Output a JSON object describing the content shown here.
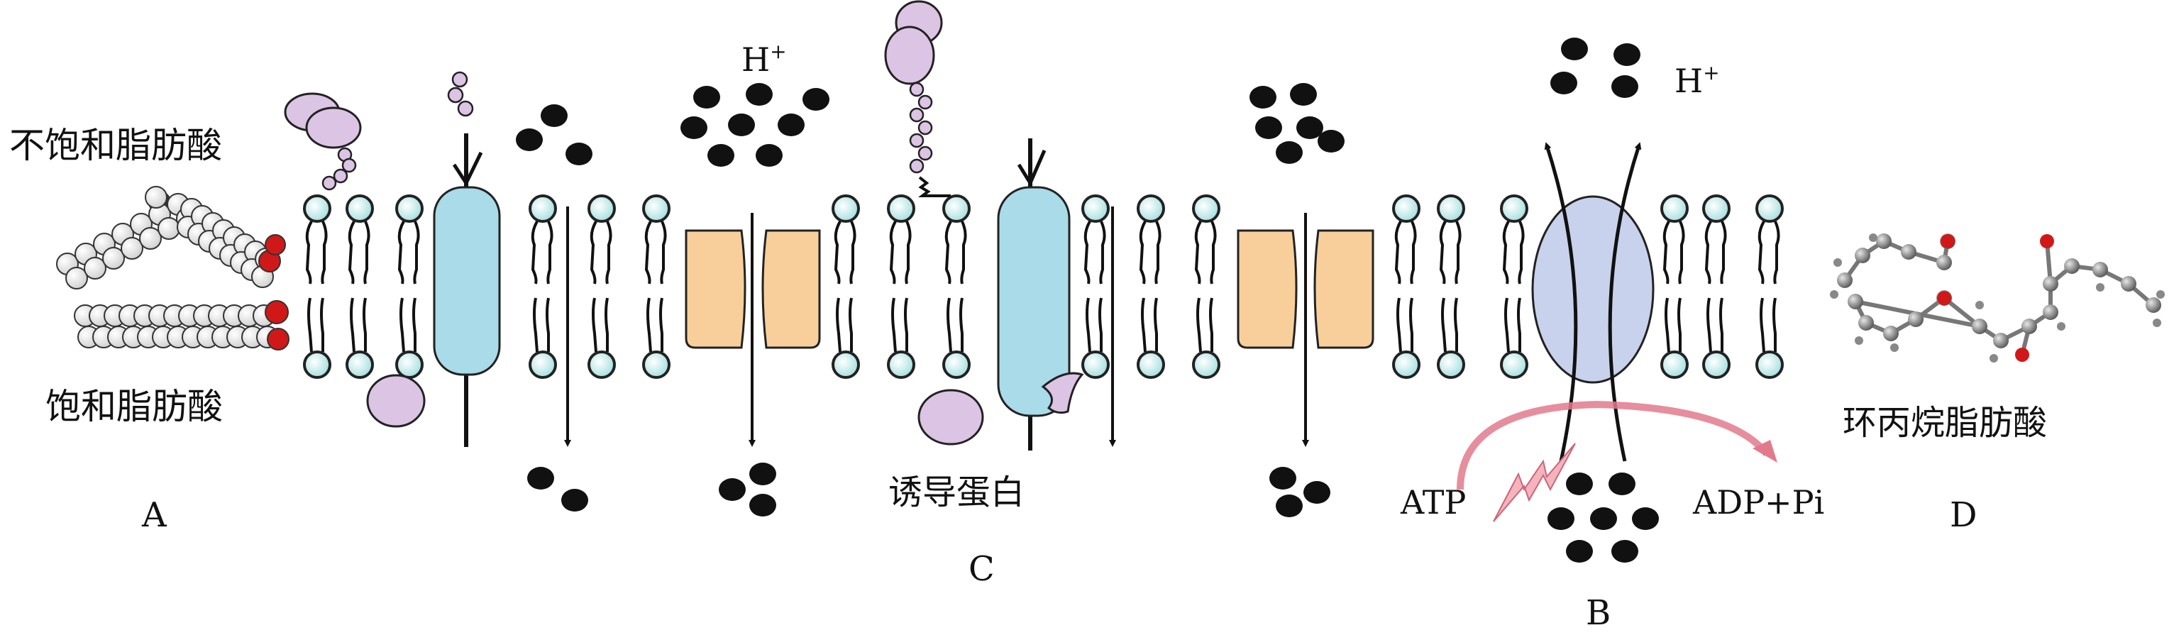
{
  "labels": {
    "unsaturated_fatty_acid": "不饱和脂肪酸",
    "saturated_fatty_acid": "饱和脂肪酸",
    "panel_a": "A",
    "panel_b": "B",
    "panel_c": "C",
    "panel_d": "D",
    "h_plus_middle": "H",
    "h_plus_right": "H",
    "plus_sign": "+",
    "induced_protein": "诱导蛋白",
    "atp": "ATP",
    "adp_pi": "ADP+Pi",
    "cyclopropane_fatty_acid": "环丙烷脂肪酸"
  },
  "colors": {
    "lipid_head": "#bfe9ea",
    "channel_protein_blue": "#a9dbe8",
    "carrier_orange": "#f8cf9a",
    "pump_ellipse": "#c8d2ec",
    "glycan_pink": "#dcc4e4",
    "energy_arrow": "#e27a8c",
    "ion": "#111111"
  }
}
